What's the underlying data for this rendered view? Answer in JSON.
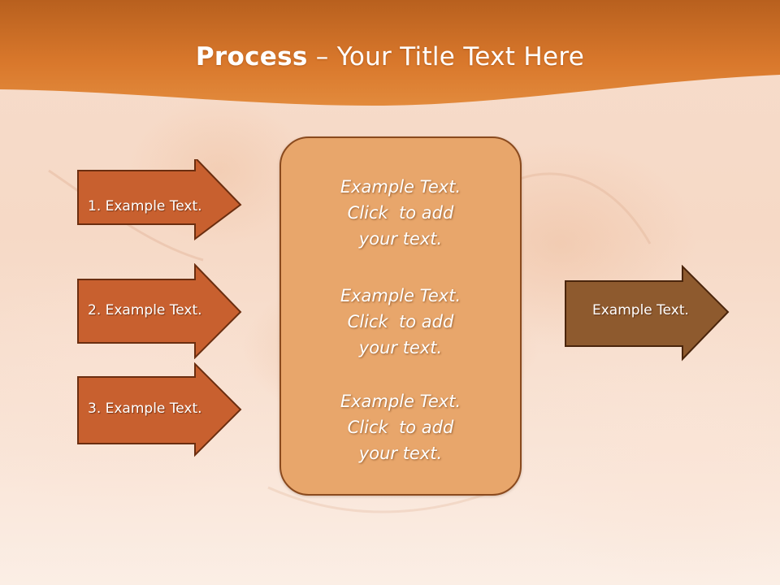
{
  "slide": {
    "title_bold": "Process",
    "title_rest": " – Your Title Text Here",
    "colors": {
      "header": "#d9782c",
      "left_arrows": "#c8602f",
      "right_arrow": "#8e5a2e",
      "center_box": "#e8a66b",
      "outline": "#6b2e10"
    }
  },
  "left_arrows": [
    {
      "label": "1. Example Text."
    },
    {
      "label": "2. Example Text."
    },
    {
      "label": "3. Example Text."
    }
  ],
  "center_box": {
    "blocks": [
      {
        "lines": [
          "Example Text.",
          "Click  to add",
          "your text."
        ]
      },
      {
        "lines": [
          "Example Text.",
          "Click  to add",
          "your text."
        ]
      },
      {
        "lines": [
          "Example Text.",
          "Click  to add",
          "your text."
        ]
      }
    ]
  },
  "right_arrow": {
    "label": "Example Text."
  }
}
